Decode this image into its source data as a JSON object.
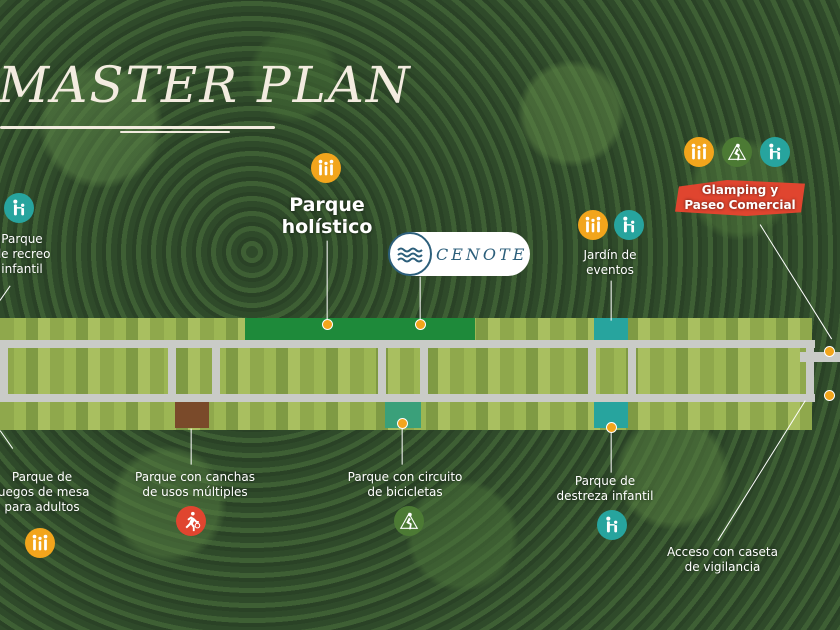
{
  "title": "MASTER PLAN",
  "cenote_label": "CENOTE",
  "areas": {
    "parque_holistico": "Parque\nholístico",
    "parque_recreo": "Parque\nde recreo\ninfantil",
    "jardin_eventos": "Jardín de\neventos",
    "glamping": "Glamping y\nPaseo Comercial",
    "juegos_mesa": "Parque de\njuegos de mesa\npara adultos",
    "canchas": "Parque con canchas\nde usos múltiples",
    "bicicletas": "Parque con circuito\nde bicicletas",
    "destreza": "Parque de\ndestreza infantil",
    "acceso": "Acceso con caseta\nde vigilancia"
  },
  "icons": {
    "family": "family-icon",
    "parent_child": "parent-child-icon",
    "climbing": "climbing-icon",
    "runner": "runner-icon"
  },
  "colors": {
    "orange": "#f2a51c",
    "teal": "#27a49e",
    "green": "#4c7a34",
    "red": "#e0452f",
    "cream": "#f3ece0",
    "park_green": "#1e8a3a"
  }
}
